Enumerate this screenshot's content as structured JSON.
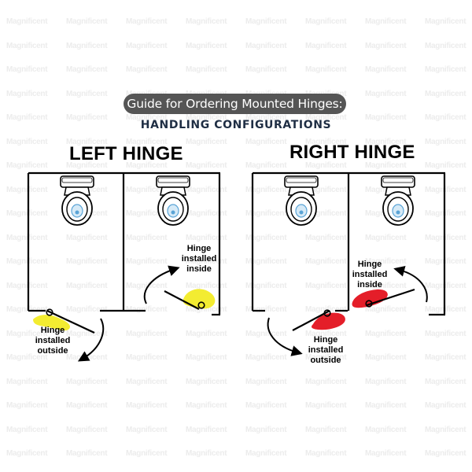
{
  "watermark": {
    "text": "Magnificent"
  },
  "header": {
    "banner_text": "Guide for Ordering Mounted Hinges:",
    "subtitle": "HANDLING CONFIGURATIONS"
  },
  "sections": {
    "left": {
      "title": "LEFT HINGE",
      "outside_label": "Hinge\ninstalled\noutside",
      "inside_label": "Hinge\ninstalled\ninside",
      "highlight_color": "#f2ea1f"
    },
    "right": {
      "title": "RIGHT HINGE",
      "outside_label": "Hinge\ninstalled\noutside",
      "inside_label": "Hinge\ninstalled\ninside",
      "highlight_color": "#e3121e"
    }
  },
  "icons": [
    "toilet-icon",
    "hinge-icon",
    "swing-arrow-icon"
  ]
}
